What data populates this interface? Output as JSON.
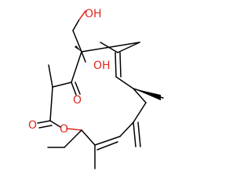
{
  "molecule": {
    "atom_labels": {
      "hydroxymethyl_oh": "OH",
      "ring_hydroxy_oh": "OH",
      "ketone_o": "O",
      "lactone_carbonyl_o": "O",
      "lactone_ring_o": "O"
    },
    "colors": {
      "bond": "#000000",
      "heteroatom": "#e0281e",
      "background": "#ffffff"
    }
  }
}
